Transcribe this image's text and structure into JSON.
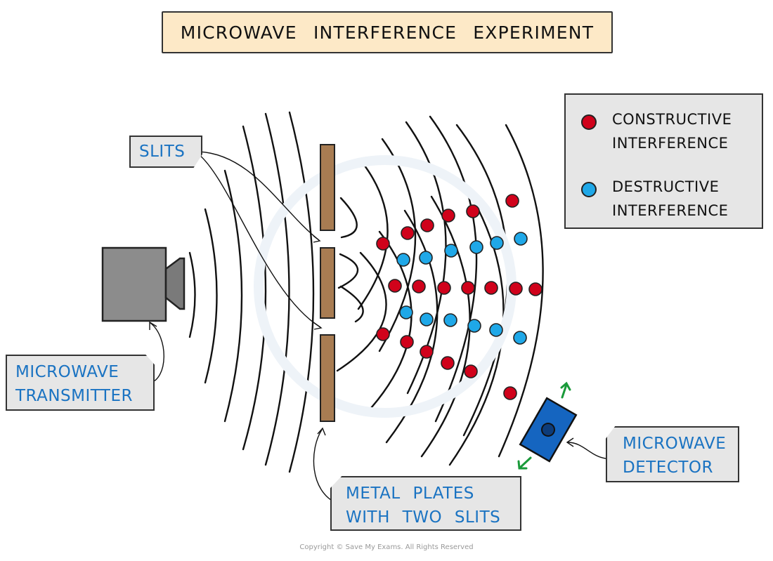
{
  "title": "MICROWAVE   INTERFERENCE   EXPERIMENT",
  "labels": {
    "slits": "SLITS",
    "transmitter_line1": "MICROWAVE",
    "transmitter_line2": "TRANSMITTER",
    "plates_line1": "METAL  PLATES",
    "plates_line2": "WITH  TWO  SLITS",
    "detector_line1": "MICROWAVE",
    "detector_line2": "DETECTOR"
  },
  "legend": {
    "constructive_line1": "CONSTRUCTIVE",
    "constructive_line2": "INTERFERENCE",
    "destructive_line1": "DESTRUCTIVE",
    "destructive_line2": "INTERFERENCE"
  },
  "colors": {
    "constructive": "#d0021b",
    "destructive": "#1fa8e8",
    "label_text": "#1a73c2",
    "plate": "#a87c52",
    "detector": "#1565c0",
    "arrow": "#1a9a3a",
    "transmitter": "#8c8c8c"
  },
  "copyright": "Copyright © Save My Exams. All Rights Reserved"
}
